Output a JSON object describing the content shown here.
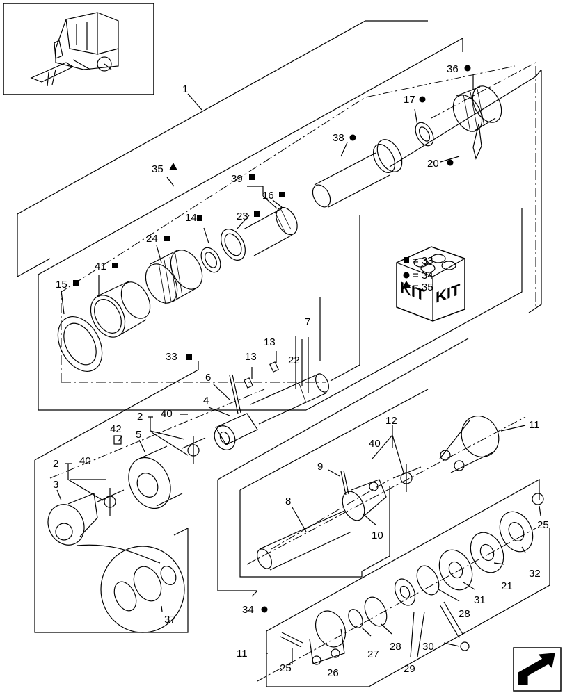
{
  "callouts": [
    {
      "id": "c1",
      "text": "1"
    },
    {
      "id": "c35",
      "text": "35"
    },
    {
      "id": "c39",
      "text": "39"
    },
    {
      "id": "c16",
      "text": "16"
    },
    {
      "id": "c23",
      "text": "23"
    },
    {
      "id": "c14",
      "text": "14"
    },
    {
      "id": "c24",
      "text": "24"
    },
    {
      "id": "c41",
      "text": "41"
    },
    {
      "id": "c15",
      "text": "15"
    },
    {
      "id": "c38",
      "text": "38"
    },
    {
      "id": "c17",
      "text": "17"
    },
    {
      "id": "c36",
      "text": "36"
    },
    {
      "id": "c20",
      "text": "20"
    },
    {
      "id": "c7",
      "text": "7"
    },
    {
      "id": "c13a",
      "text": "13"
    },
    {
      "id": "c13b",
      "text": "13"
    },
    {
      "id": "c22",
      "text": "22"
    },
    {
      "id": "c33",
      "text": "33"
    },
    {
      "id": "c6",
      "text": "6"
    },
    {
      "id": "c4",
      "text": "4"
    },
    {
      "id": "c2a",
      "text": "2"
    },
    {
      "id": "c40a",
      "text": "40"
    },
    {
      "id": "c42",
      "text": "42"
    },
    {
      "id": "c5",
      "text": "5"
    },
    {
      "id": "c2b",
      "text": "2"
    },
    {
      "id": "c40b",
      "text": "40"
    },
    {
      "id": "c3",
      "text": "3"
    },
    {
      "id": "c37",
      "text": "37"
    },
    {
      "id": "c12",
      "text": "12"
    },
    {
      "id": "c40c",
      "text": "40"
    },
    {
      "id": "c11a",
      "text": "11"
    },
    {
      "id": "c9",
      "text": "9"
    },
    {
      "id": "c8",
      "text": "8"
    },
    {
      "id": "c10",
      "text": "10"
    },
    {
      "id": "c25a",
      "text": "25"
    },
    {
      "id": "c32",
      "text": "32"
    },
    {
      "id": "c21",
      "text": "21"
    },
    {
      "id": "c31",
      "text": "31"
    },
    {
      "id": "c28a",
      "text": "28"
    },
    {
      "id": "c34",
      "text": "34"
    },
    {
      "id": "c11b",
      "text": "11"
    },
    {
      "id": "c25b",
      "text": "25"
    },
    {
      "id": "c26",
      "text": "26"
    },
    {
      "id": "c27",
      "text": "27"
    },
    {
      "id": "c28b",
      "text": "28"
    },
    {
      "id": "c29",
      "text": "29"
    },
    {
      "id": "c30",
      "text": "30"
    }
  ],
  "kit_box": {
    "left_text": "KIT",
    "right_text": "KIT",
    "legend": [
      {
        "symbol": "square",
        "text": "= 33"
      },
      {
        "symbol": "circle",
        "text": "= 34"
      },
      {
        "symbol": "triangle",
        "text": "= 35"
      }
    ]
  },
  "icons": {
    "thumbnail": "machine-thumbnail-icon",
    "next_page": "next-page-arrow-icon"
  },
  "colors": {
    "line": "#000000",
    "background": "#ffffff"
  }
}
